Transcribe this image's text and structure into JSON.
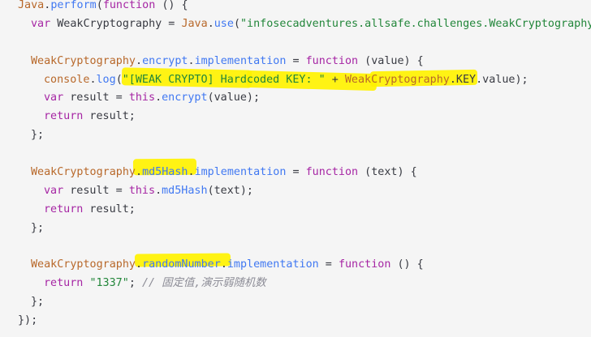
{
  "code": {
    "l1": {
      "java": "Java",
      "dot": ".",
      "perform": "perform",
      "open": "(",
      "kw_function": "function",
      "rest": " () {"
    },
    "l2": {
      "kw_var": "var",
      "name": " WeakCryptography = ",
      "java": "Java",
      "dot": ".",
      "use": "use",
      "open": "(",
      "str": "\"infosecadventures.allsafe.challenges.WeakCryptography\"",
      "close": ");"
    },
    "l4": {
      "obj": "WeakCryptography",
      "dot1": ".",
      "encrypt": "encrypt",
      "dot2": ".",
      "impl": "implementation",
      "eq": " = ",
      "kw_function": "function",
      "params": " (value) {"
    },
    "l5": {
      "console": "console",
      "dot": ".",
      "log": "log",
      "open": "(",
      "str": "\"[WEAK CRYPTO] Hardcoded KEY: \"",
      "plus": " + ",
      "obj": "WeakCryptography",
      "key": ".KEY.value",
      "close": ");"
    },
    "l6": {
      "kw_var": "var",
      "mid": " result = ",
      "kw_this": "this",
      "dot": ".",
      "encrypt": "encrypt",
      "args": "(value);"
    },
    "l7": {
      "kw_return": "return",
      "rest": " result;"
    },
    "l8": {
      "text": "};"
    },
    "l10": {
      "obj": "WeakCryptography",
      "dot1": ".",
      "md5": "md5Hash",
      "dot2": ".",
      "impl": "implementation",
      "eq": " = ",
      "kw_function": "function",
      "params": " (text) {"
    },
    "l11": {
      "kw_var": "var",
      "mid": " result = ",
      "kw_this": "this",
      "dot": ".",
      "md5": "md5Hash",
      "args": "(text);"
    },
    "l12": {
      "kw_return": "return",
      "rest": " result;"
    },
    "l13": {
      "text": "};"
    },
    "l15": {
      "obj": "WeakCryptography",
      "dot1": ".",
      "rnd": "randomNumber",
      "dot2": ".",
      "impl": "implementation",
      "eq": " = ",
      "kw_function": "function",
      "params": " () {"
    },
    "l16": {
      "kw_return": "return",
      "sp": " ",
      "str": "\"1337\"",
      "semi": "; ",
      "comment": "// 固定值,演示弱随机数"
    },
    "l17": {
      "text": "};"
    },
    "l18": {
      "text": "});"
    }
  },
  "colors": {
    "background": "#f5f5f5",
    "keyword": "#a626a4",
    "function": "#4078f2",
    "string": "#22863a",
    "object": "#b8682a",
    "comment": "#8c8c96",
    "highlighter": "#fff200"
  }
}
